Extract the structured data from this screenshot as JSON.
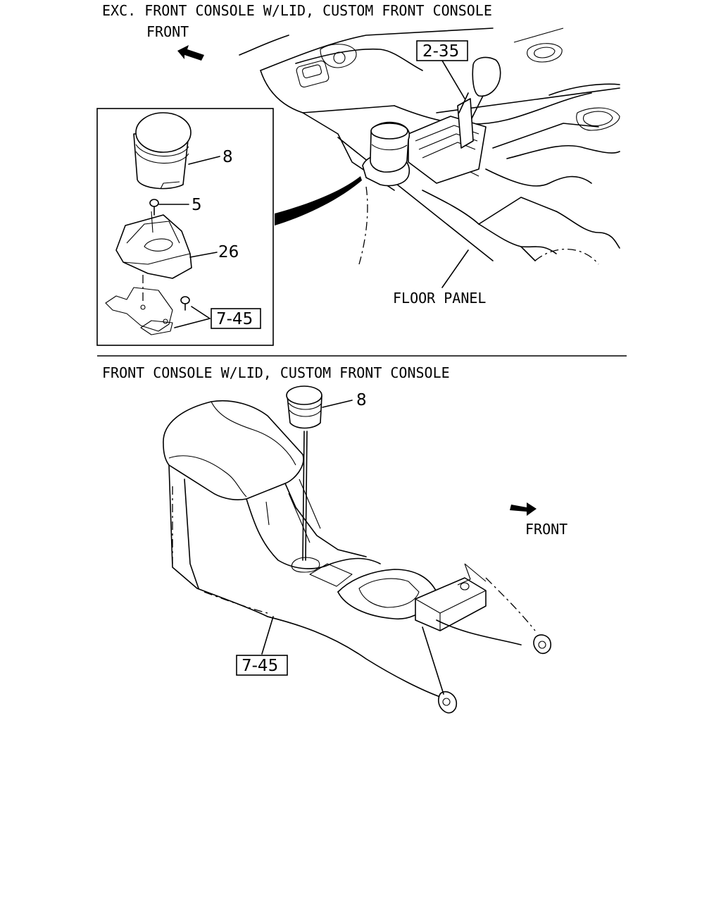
{
  "top_section": {
    "title": "EXC. FRONT CONSOLE W/LID, CUSTOM FRONT CONSOLE",
    "front_label": "FRONT",
    "callouts": {
      "ref_2_35": "2-35",
      "floor_panel": "FLOOR PANEL",
      "part_8": "8",
      "part_5": "5",
      "part_26": "26",
      "ref_7_45": "7-45"
    }
  },
  "bottom_section": {
    "title": "FRONT CONSOLE W/LID, CUSTOM FRONT CONSOLE",
    "front_label": "FRONT",
    "callouts": {
      "part_8": "8",
      "ref_7_45": "7-45"
    }
  }
}
